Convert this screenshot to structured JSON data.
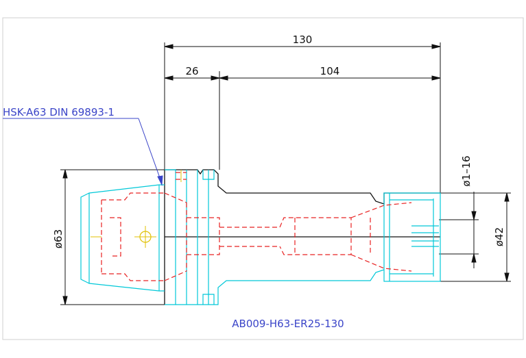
{
  "dimensions": {
    "overall_length": "130",
    "taper_length": "26",
    "body_length": "104",
    "flange_diameter": "ø63",
    "nut_diameter": "ø42",
    "clamping_range": "ø1–16"
  },
  "labels": {
    "interface_standard": "HSK-A63 DIN 69893-1",
    "part_number": "AB009-H63-ER25-130"
  },
  "colors": {
    "outline": "#111111",
    "holder_profile": "#00c8d8",
    "hidden_lines": "#e82020",
    "annotation": "#3a44c8",
    "centerline": "#e0c000",
    "frame": "#cfcfcf"
  }
}
